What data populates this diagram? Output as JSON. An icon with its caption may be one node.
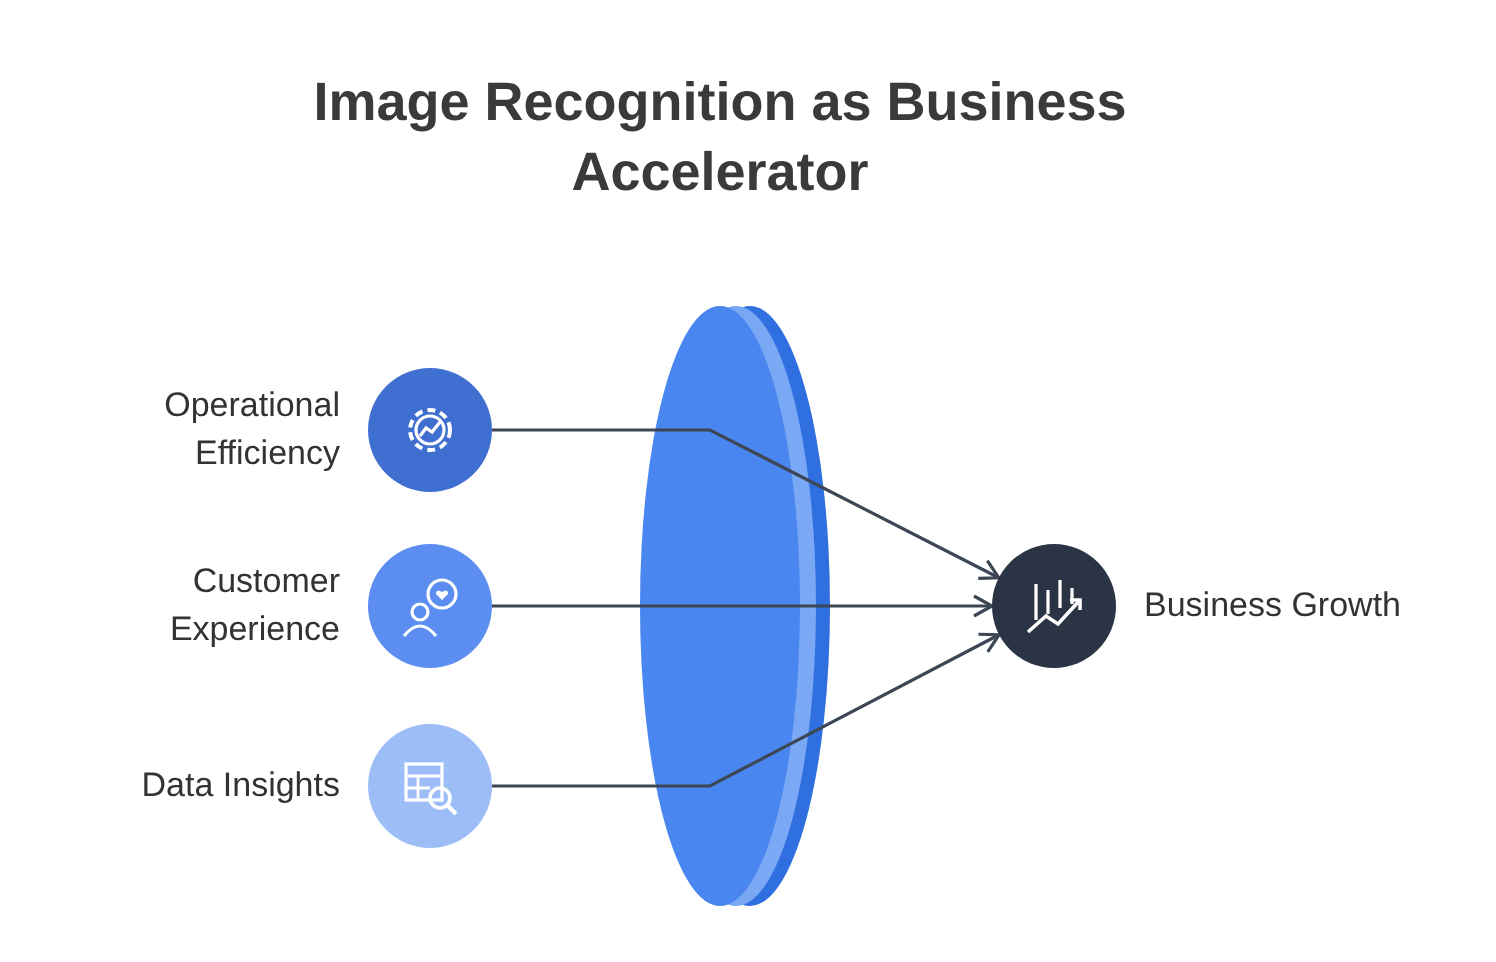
{
  "diagram": {
    "title": "Image Recognition as Business Accelerator",
    "nodes": [
      {
        "text": [
          "Operational Efficiency"
        ]
      },
      {
        "text": [
          "Customer Experience"
        ]
      },
      {
        "text": [
          "Data Insights"
        ]
      },
      {
        "text": [
          "Business Growth"
        ]
      }
    ],
    "edges": [
      {
        "from": 0,
        "to": 3,
        "arrow": "to"
      },
      {
        "from": 1,
        "to": 3,
        "arrow": "to"
      },
      {
        "from": 2,
        "to": 3,
        "arrow": "to"
      }
    ]
  }
}
